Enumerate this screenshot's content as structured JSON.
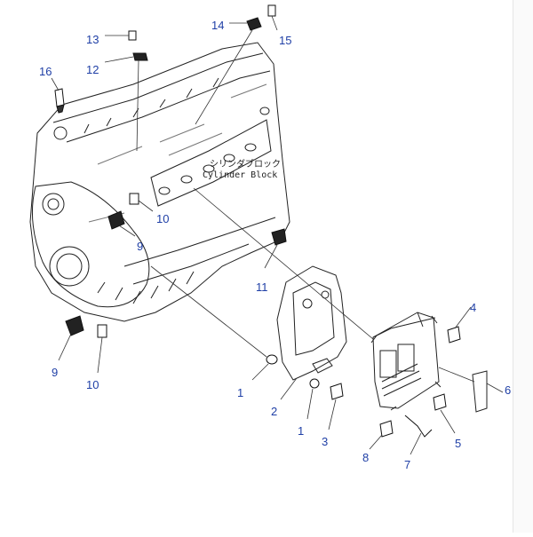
{
  "diagram": {
    "cylinder_block_label_jp": "シリンダブロック",
    "cylinder_block_label_en": "Cylinder Block",
    "callouts": [
      "16",
      "13",
      "12",
      "14",
      "15",
      "10",
      "9",
      "11",
      "9",
      "10",
      "4",
      "1",
      "2",
      "6",
      "1",
      "3",
      "5",
      "8",
      "7"
    ]
  }
}
